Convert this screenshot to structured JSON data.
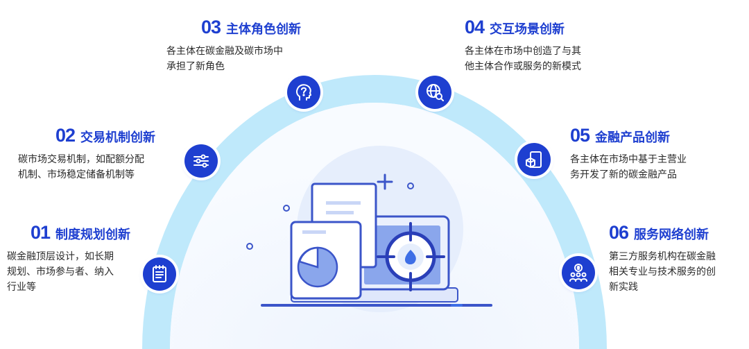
{
  "items": [
    {
      "num": "01",
      "title": "制度规划创新",
      "desc": [
        "碳金融顶层设计，如长期",
        "规划、市场参与者、纳入",
        "行业等"
      ],
      "icon": "clipboard-icon"
    },
    {
      "num": "02",
      "title": "交易机制创新",
      "desc": [
        "碳市场交易机制，如配额分配",
        "机制、市场稳定储备机制等"
      ],
      "icon": "sliders-icon"
    },
    {
      "num": "03",
      "title": "主体角色创新",
      "desc": [
        "各主体在碳金融及碳市场中",
        "承担了新角色"
      ],
      "icon": "head-question-icon"
    },
    {
      "num": "04",
      "title": "交互场景创新",
      "desc": [
        "各主体在市场中创造了与其",
        "他主体合作或服务的新模式"
      ],
      "icon": "globe-search-icon"
    },
    {
      "num": "05",
      "title": "金融产品创新",
      "desc": [
        "各主体在市场中基于主营业",
        "务开发了新的碳金融产品"
      ],
      "icon": "product-box-icon"
    },
    {
      "num": "06",
      "title": "服务网络创新",
      "desc": [
        "第三方服务机构在碳金融",
        "相关专业与技术服务的创",
        "新实践"
      ],
      "icon": "service-network-icon"
    }
  ],
  "colors": {
    "primary": "#1e3fd0",
    "arc": "#bfe9fb",
    "accent": "#3e6fe6"
  }
}
